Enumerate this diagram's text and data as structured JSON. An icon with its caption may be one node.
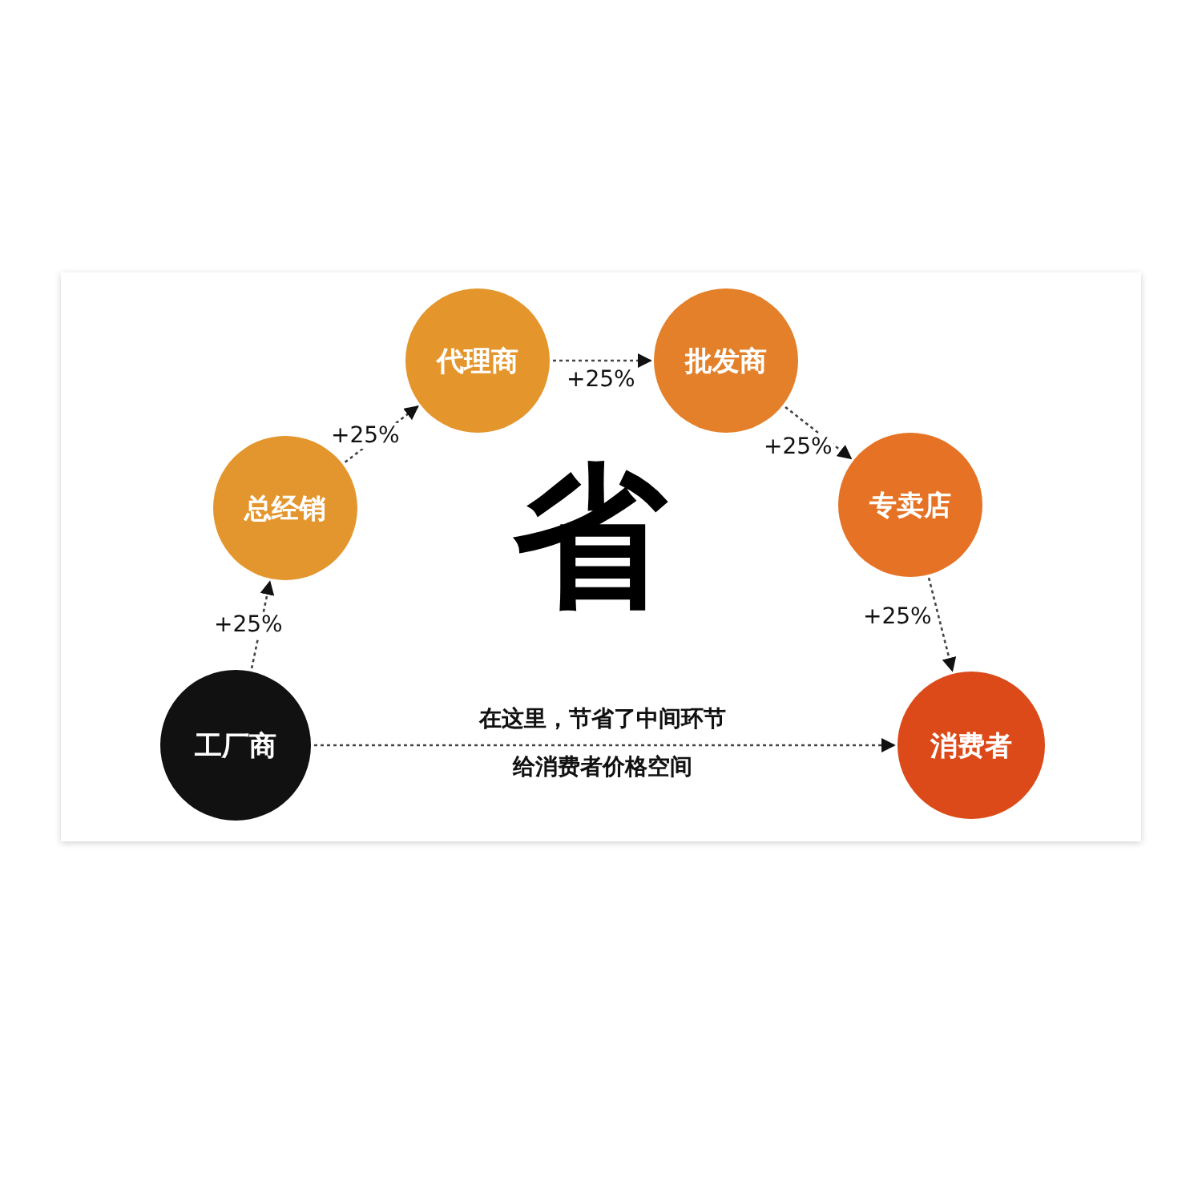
{
  "diagram": {
    "nodes": [
      {
        "text": [
          "工厂商"
        ]
      },
      {
        "text": [
          "总经销"
        ]
      },
      {
        "text": [
          "代理商"
        ]
      },
      {
        "text": [
          "批发商"
        ]
      },
      {
        "text": [
          "专卖店"
        ]
      },
      {
        "text": [
          "消费者"
        ]
      }
    ],
    "edges": [
      {
        "from": 0,
        "to": 1,
        "arrow": "to",
        "label": "+25%"
      },
      {
        "from": 1,
        "to": 2,
        "arrow": "to",
        "label": "+25%"
      },
      {
        "from": 2,
        "to": 3,
        "arrow": "to",
        "label": "+25%"
      },
      {
        "from": 3,
        "to": 4,
        "arrow": "to",
        "label": "+25%"
      },
      {
        "from": 4,
        "to": 5,
        "arrow": "to",
        "label": "+25%"
      },
      {
        "from": 0,
        "to": 5,
        "arrow": "to",
        "label": "在这里，节省了中间环节给消费者价格空间"
      }
    ],
    "labels": [
      "省"
    ]
  }
}
